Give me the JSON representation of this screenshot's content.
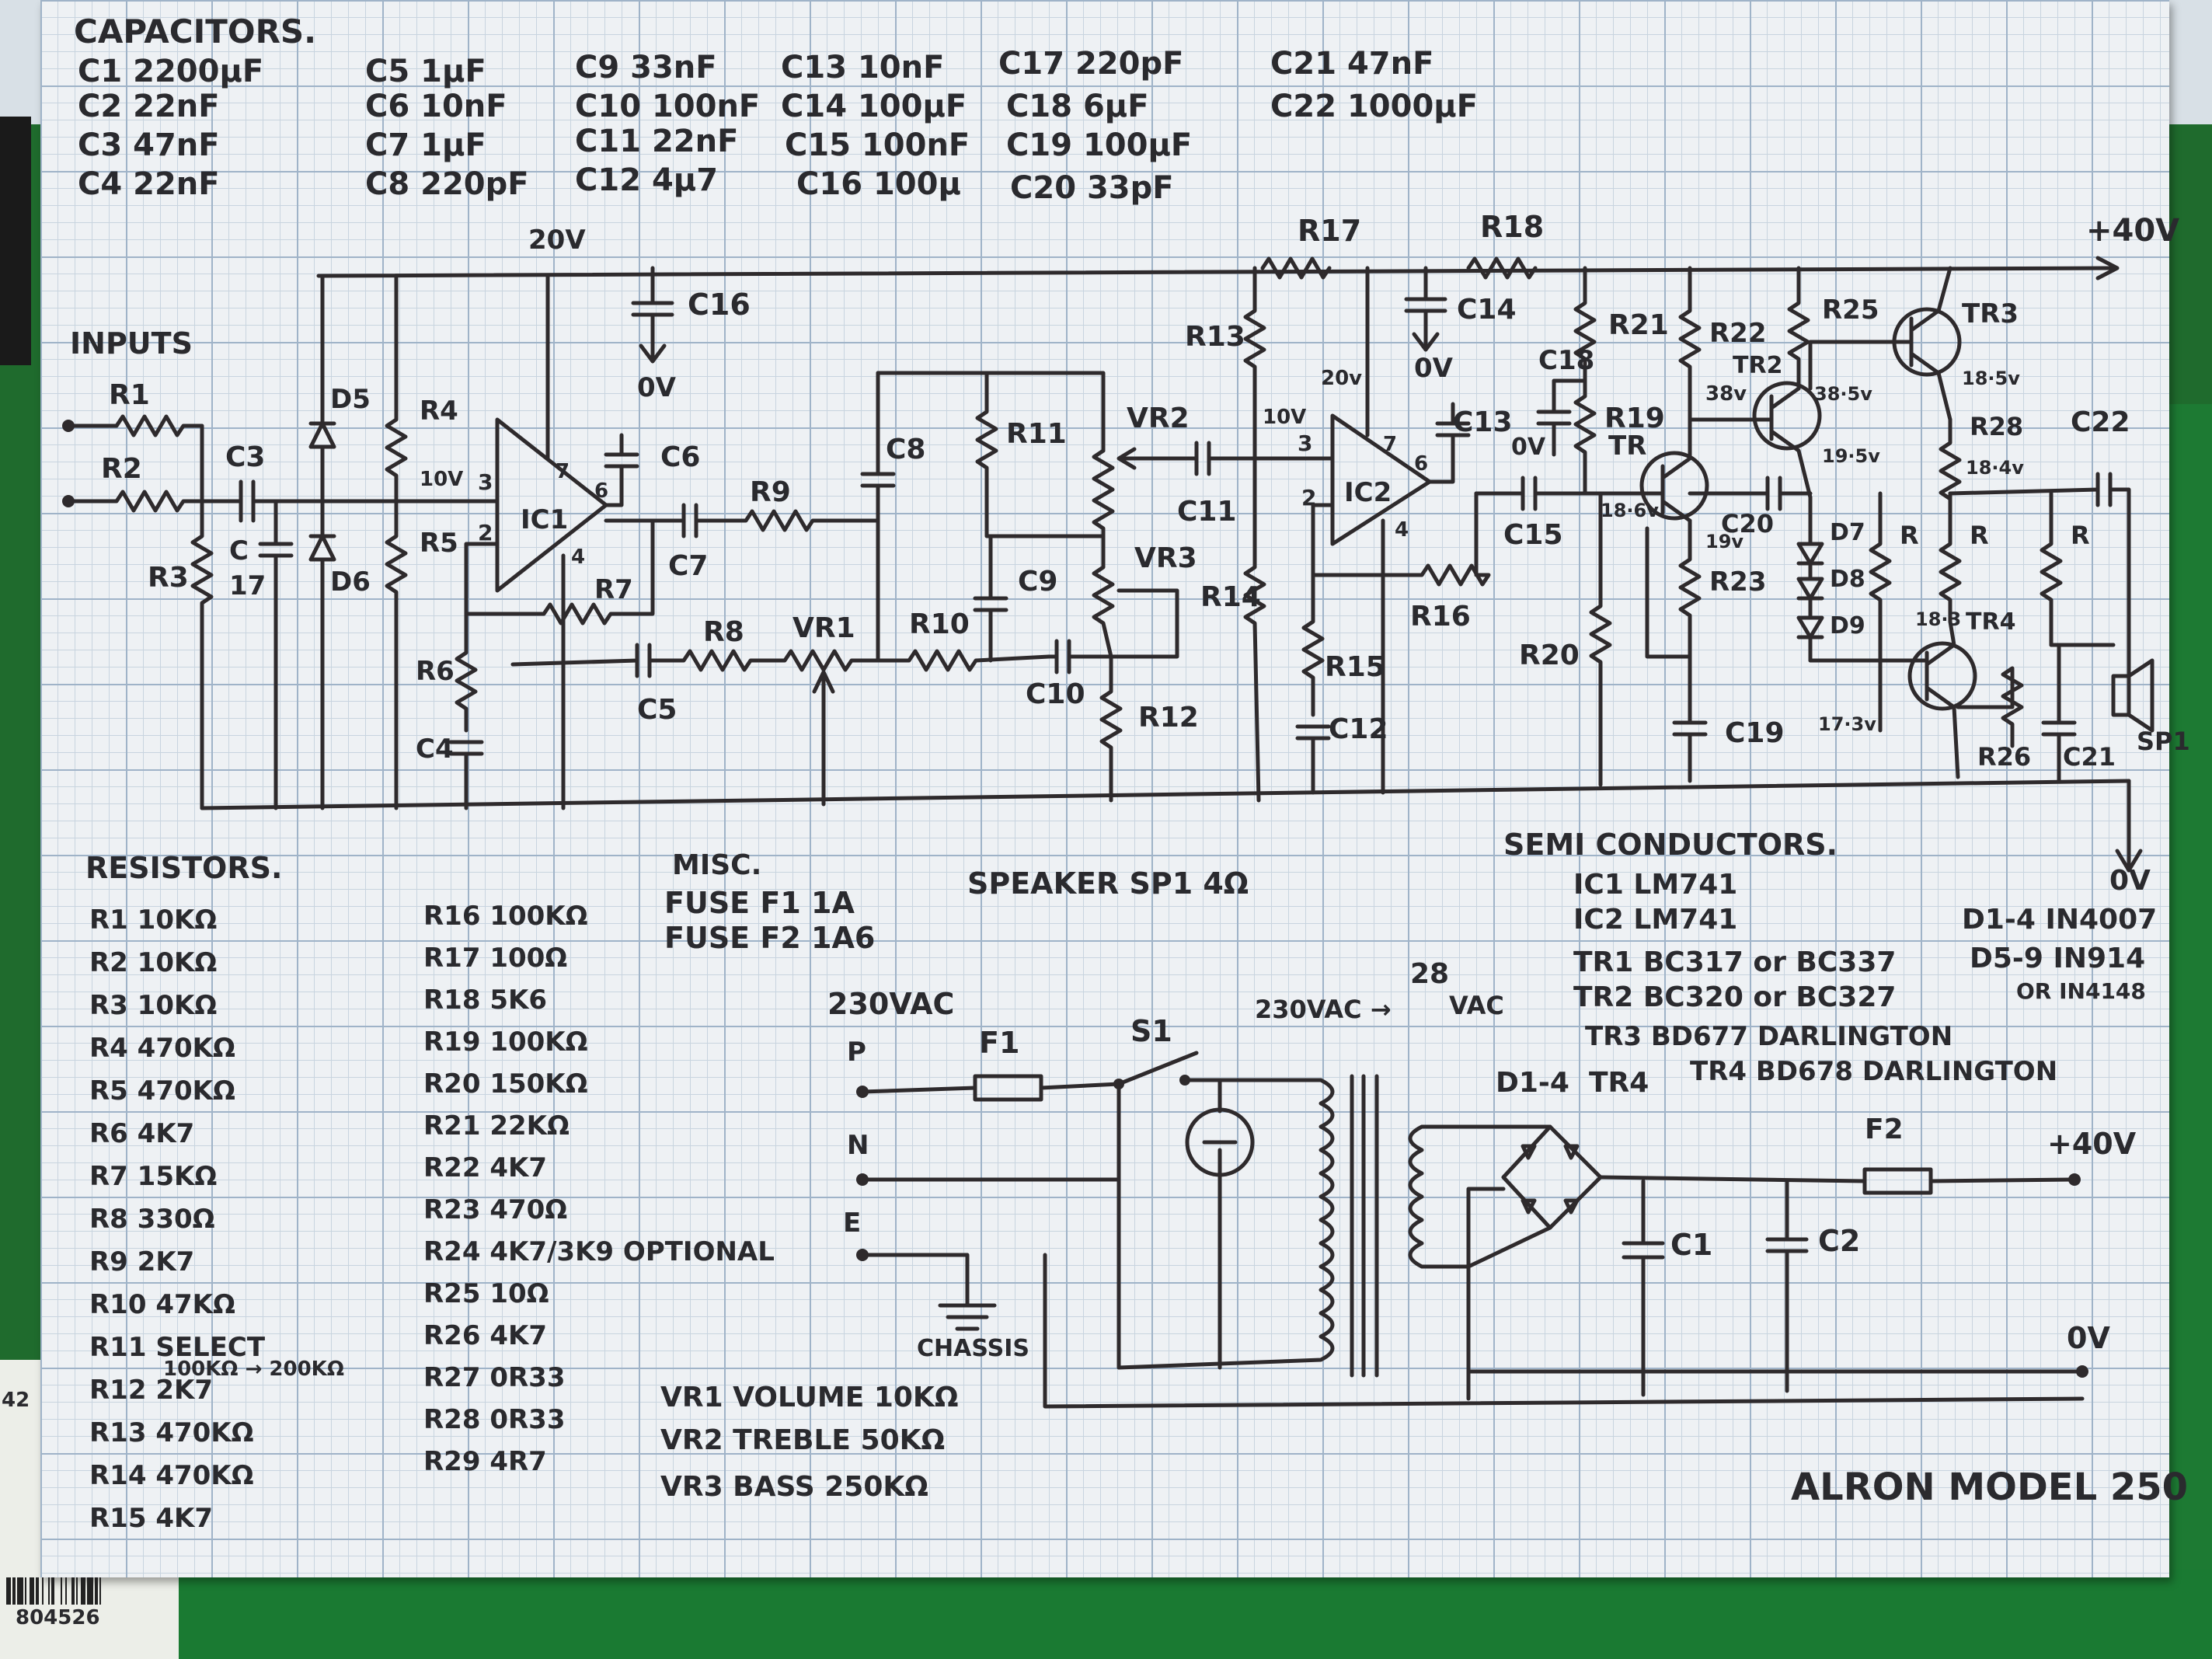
{
  "capacitors": {
    "heading": "CAPACITORS.",
    "items": [
      "C1 2200µF",
      "C2 22nF",
      "C3 47nF",
      "C4 22nF",
      "C5 1µF",
      "C6 10nF",
      "C7 1µF",
      "C8 220pF",
      "C9 33nF",
      "C10 100nF",
      "C11 22nF",
      "C12 4µ7",
      "C13 10nF",
      "C14 100µF",
      "C15 100nF",
      "C16 100µ",
      "C17 220pF",
      "C18 6µF",
      "C19 100µF",
      "C20 33pF",
      "C21 47nF",
      "C22 1000µF"
    ]
  },
  "resistors": {
    "heading": "RESISTORS.",
    "col1": [
      "R1 10KΩ",
      "R2 10KΩ",
      "R3 10KΩ",
      "R4 470KΩ",
      "R5 470KΩ",
      "R6 4K7",
      "R7 15KΩ",
      "R8 330Ω",
      "R9 2K7",
      "R10 47KΩ",
      "R11 SELECT",
      "R12 2K7",
      "R13 470KΩ",
      "R14 470KΩ",
      "R15 4K7"
    ],
    "r11_note": "100KΩ → 200KΩ",
    "col2": [
      "R16 100KΩ",
      "R17 100Ω",
      "R18 5K6",
      "R19 100KΩ",
      "R20 150KΩ",
      "R21 22KΩ",
      "R22 4K7",
      "R23 470Ω",
      "R24 4K7/3K9 OPTIONAL",
      "R25 10Ω",
      "R26 4K7",
      "R27 0R33",
      "R28 0R33",
      "R29 4R7"
    ]
  },
  "misc": {
    "heading": "MISC.",
    "items": [
      "FUSE F1 1A",
      "FUSE F2 1A6"
    ]
  },
  "speaker": "SPEAKER SP1 4Ω",
  "pots": [
    "VR1 VOLUME 10KΩ",
    "VR2 TREBLE 50KΩ",
    "VR3 BASS 250KΩ"
  ],
  "semis": {
    "heading": "SEMI CONDUCTORS.",
    "items": [
      "IC1 LM741",
      "IC2 LM741",
      "TR1 BC317 or BC337",
      "TR2 BC320 or BC327",
      "TR3 BD677 DARLINGTON",
      "TR4 BD678 DARLINGTON"
    ],
    "diodes": [
      "D1-4 IN4007",
      "D5-9 IN914",
      "OR IN4148"
    ]
  },
  "schematic": {
    "rail_20v": "20V",
    "rail_40v": "+40V",
    "zero_v": "0V",
    "ten_v": "10V",
    "inputs": "INPUTS",
    "labels": {
      "R1": "R1",
      "R2": "R2",
      "R3": "R3",
      "R4": "R4",
      "R5": "R5",
      "R6": "R6",
      "R7": "R7",
      "R8": "R8",
      "R9": "R9",
      "R10": "R10",
      "R11": "R11",
      "R12": "R12",
      "R13": "R13",
      "R14": "R14",
      "R15": "R15",
      "R16": "R16",
      "R17": "R17",
      "R18": "R18",
      "R19": "R19",
      "R20": "R20",
      "R21": "R21",
      "R22": "R22",
      "R23": "R23",
      "R24": "R",
      "R25": "R25",
      "R26": "R26",
      "R27": "R",
      "R28": "R28",
      "R29": "R",
      "C3": "C3",
      "C4": "C4",
      "C5": "C5",
      "C6": "C6",
      "C7": "C7",
      "C8": "C8",
      "C9": "C9",
      "C10": "C10",
      "C11": "C11",
      "C12": "C12",
      "C13": "C13",
      "C14": "C14",
      "C15": "C15",
      "C16": "C16",
      "C17a": "C",
      "C17b": "17",
      "C18": "C18",
      "C19": "C19",
      "C20": "C20",
      "C21": "C21",
      "C22": "C22",
      "D5": "D5",
      "D6": "D6",
      "D7": "D7",
      "D8": "D8",
      "D9": "D9",
      "IC1": "IC1",
      "IC2": "IC2",
      "VR1": "VR1",
      "VR2": "VR2",
      "VR3": "VR3",
      "TR1": "TR",
      "TR2": "TR2",
      "TR3": "TR3",
      "TR4": "TR4",
      "SP1": "SP1",
      "pin3": "3",
      "pin2": "2",
      "pin7": "7",
      "pin6": "6",
      "pin4": "4",
      "v38": "38v",
      "v385": "38·5v",
      "v195": "19·5v",
      "v185": "18·5v",
      "v184": "18·4v",
      "v19": "19v",
      "v186": "18·6v",
      "v173": "17·3v",
      "v183": "18·3",
      "v20": "20v"
    }
  },
  "power_supply": {
    "ac_in": "230VAC",
    "P": "P",
    "N": "N",
    "E": "E",
    "F1": "F1",
    "S1": "S1",
    "chassis": "CHASSIS",
    "tx_label_a": "230VAC →",
    "tx_label_b": "28",
    "tx_label_c": "VAC",
    "d14": "D1-4",
    "tr4": "TR4",
    "C1": "C1",
    "C2": "C2",
    "F2": "F2",
    "plus40": "+40V",
    "zero": "0V"
  },
  "title": "ALRON MODEL 250",
  "barcode_text": "804526",
  "edge_mark": "42"
}
